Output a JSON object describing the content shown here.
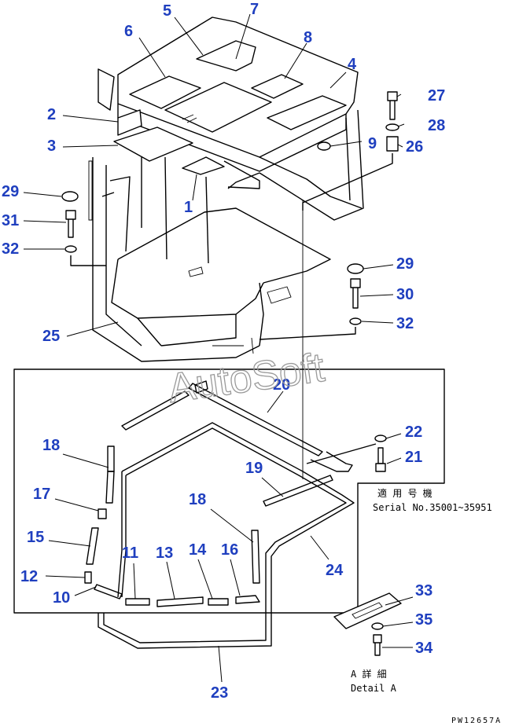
{
  "callouts": [
    "1",
    "2",
    "3",
    "4",
    "5",
    "6",
    "7",
    "8",
    "9",
    "10",
    "11",
    "12",
    "13",
    "14",
    "15",
    "16",
    "17",
    "18",
    "18",
    "19",
    "20",
    "21",
    "22",
    "23",
    "24",
    "25",
    "26",
    "27",
    "28",
    "29",
    "29",
    "30",
    "31",
    "32",
    "32",
    "33",
    "34",
    "35"
  ],
  "serial_note": {
    "jp": "適 用 号 機",
    "en": "Serial No.35001~35951"
  },
  "detail_label": {
    "jp": "A 詳 細",
    "en": "Detail A"
  },
  "watermark": "AutoSoft",
  "drawing_number": "PW12657A",
  "colors": {
    "callout": "#1f3fbf",
    "line": "#000000",
    "watermark": "#9a9a9a"
  }
}
